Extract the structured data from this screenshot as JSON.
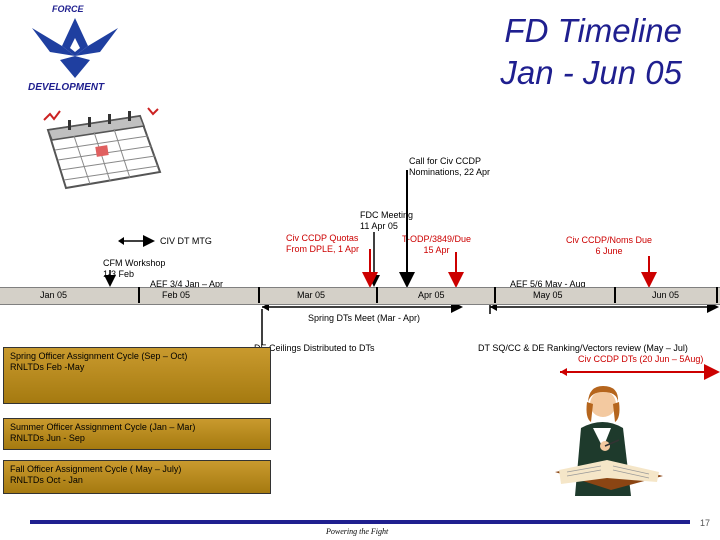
{
  "header": {
    "logo_top": "FORCE",
    "logo_bottom": "DEVELOPMENT",
    "title_line1": "FD Timeline",
    "title_line2": "Jan - Jun 05"
  },
  "events": {
    "call_for_nominations": "Call for Civ CCDP Nominations, 22 Apr",
    "fdc_meeting_1": "FDC Meeting",
    "fdc_meeting_2": "11 Apr 05",
    "civ_quotas_1": "Civ CCDP Quotas",
    "civ_quotas_2": "From DPLE, 1 Apr",
    "todp_due_1": "T-ODP/3849/Due",
    "todp_due_2": "15 Apr",
    "civ_noms_1": "Civ CCDP/Noms Due",
    "civ_noms_2": "6 June",
    "civ_dt_mtg": "CIV DT MTG",
    "cfm_workshop_1": "CFM Workshop",
    "cfm_workshop_2": "1-3 Feb",
    "aef_34": "AEF 3/4 Jan – Apr",
    "aef_56": "AEF 5/6 May - Aug",
    "spring_dts": "Spring DTs Meet (Mar - Apr)",
    "de_ceilings": "DE Ceilings Distributed to DTs",
    "dt_sqcc": "DT SQ/CC & DE Ranking/Vectors review (May – Jul)",
    "civ_ccdp_dts": "Civ CCDP DTs (20 Jun – 5Aug)"
  },
  "months": [
    "Jan 05",
    "Feb 05",
    "Mar 05",
    "Apr 05",
    "May 05",
    "Jun 05"
  ],
  "cycles": [
    {
      "line1": "Spring Officer Assignment Cycle (Sep – Oct)",
      "line2": "RNLTDs Feb -May"
    },
    {
      "line1": "Summer Officer Assignment Cycle (Jan – Mar)",
      "line2": "RNLTDs Jun - Sep"
    },
    {
      "line1": "Fall Officer Assignment Cycle ( May – July)",
      "line2": "RNLTDs Oct - Jan"
    }
  ],
  "footer": {
    "tagline": "Powering the Fight",
    "page_number": "17"
  },
  "colors": {
    "title": "#1f1f8f",
    "bar": "#d4d0c8",
    "cycle_box": "#b8860b",
    "red_text": "#cc0000"
  }
}
